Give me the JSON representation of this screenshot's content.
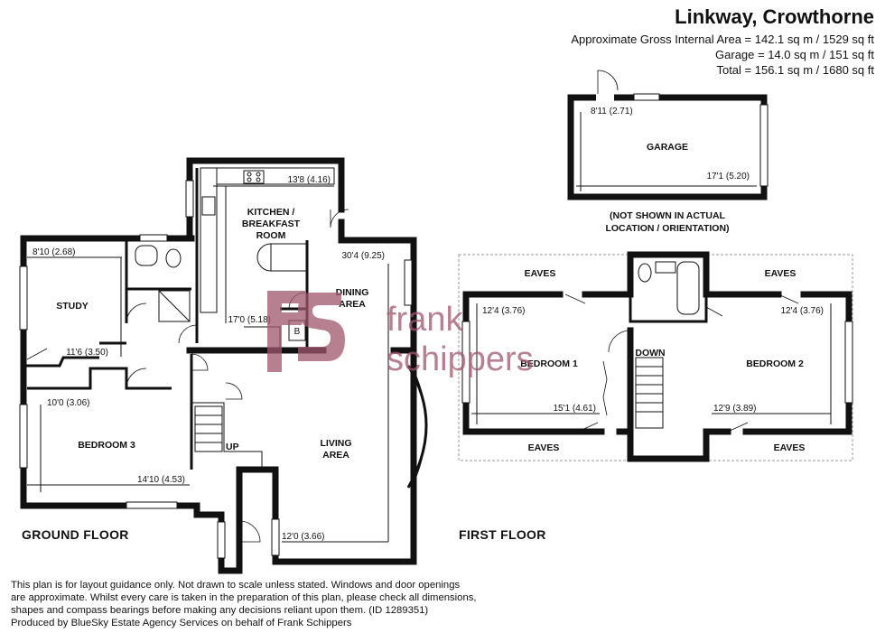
{
  "header": {
    "title": "Linkway, Crowthorne",
    "gia": "Approximate Gross Internal Area = 142.1 sq m / 1529 sq ft",
    "garage_area": "Garage = 14.0 sq m / 151 sq ft",
    "total_area": "Total = 156.1 sq m / 1680 sq ft"
  },
  "garage": {
    "label": "GARAGE",
    "dim_width": "8'11 (2.71)",
    "dim_length": "17'1 (5.20)",
    "note_line1": "(NOT SHOWN IN ACTUAL",
    "note_line2": "LOCATION / ORIENTATION)"
  },
  "ground_floor": {
    "label": "GROUND FLOOR",
    "kitchen": [
      "KITCHEN /",
      "BREAKFAST",
      "ROOM"
    ],
    "kitchen_dim_w": "13'8 (4.16)",
    "kitchen_dim_h": "17'0 (5.18)",
    "study": "STUDY",
    "study_dim_w": "8'10 (2.68)",
    "study_dim_h": "11'6 (3.50)",
    "dining": [
      "DINING",
      "AREA"
    ],
    "dining_dim": "30'4 (9.25)",
    "boiler": "B",
    "bedroom3": "BEDROOM 3",
    "bedroom3_dim_w": "10'0 (3.06)",
    "bedroom3_dim_l": "14'10 (4.53)",
    "living": [
      "LIVING",
      "AREA"
    ],
    "living_dim": "12'0 (3.66)",
    "up": "UP"
  },
  "first_floor": {
    "label": "FIRST FLOOR",
    "eaves": "EAVES",
    "bedroom1": "BEDROOM 1",
    "bedroom1_dim_w": "12'4 (3.76)",
    "bedroom1_dim_l": "15'1 (4.61)",
    "bedroom2": "BEDROOM 2",
    "bedroom2_dim_w": "12'4 (3.76)",
    "bedroom2_dim_l": "12'9 (3.89)",
    "down": "DOWN"
  },
  "watermark": {
    "line1": "frank",
    "line2": "schippers",
    "color": "#a0566d"
  },
  "disclaimer": "This plan is for layout guidance only. Not drawn to scale unless stated. Windows and door openings\nare approximate. Whilst every care is taken in the preparation of this plan, please check all dimensions,\nshapes and compass bearings before making any decisions reliant upon them. (ID 1289351)\nProduced by BlueSky Estate Agency Services on behalf of Frank Schippers"
}
